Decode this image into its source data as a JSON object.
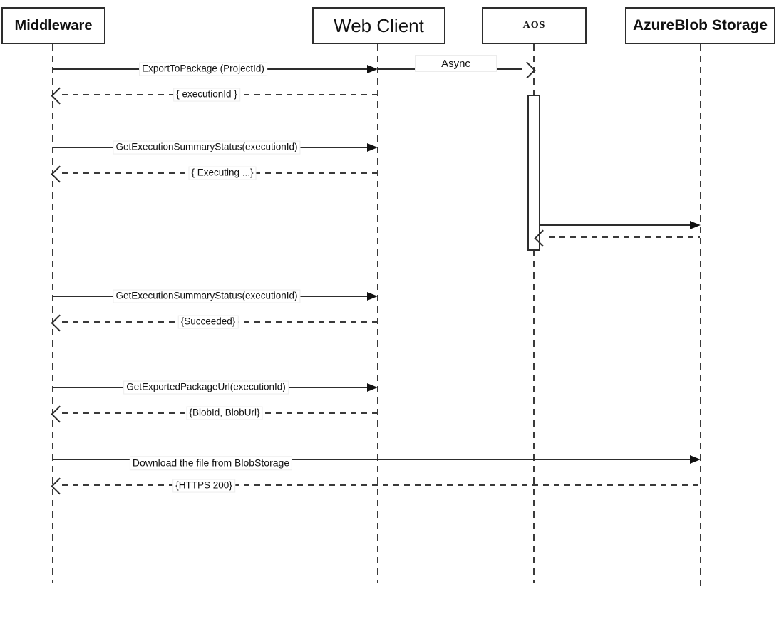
{
  "diagram": {
    "type": "uml-sequence-diagram",
    "colors": {
      "background": "#ffffff",
      "line": "#2d2d2d",
      "text": "#111111",
      "label_background": "#ffffff"
    },
    "actors": [
      {
        "id": "middleware",
        "name": "Middleware"
      },
      {
        "id": "web-client",
        "name": "Web Client"
      },
      {
        "id": "aos",
        "name": "AOS"
      },
      {
        "id": "azure-blob-storage",
        "name": "AzureBlob Storage"
      }
    ],
    "messages": [
      {
        "label": "ExportToPackage (ProjectId)",
        "from": "Middleware",
        "to": "Web Client",
        "type": "sync-call"
      },
      {
        "label": "Async",
        "from": "Web Client",
        "to": "AOS",
        "type": "async-call"
      },
      {
        "label": "{ executionId }",
        "from": "Web Client",
        "to": "Middleware",
        "type": "return"
      },
      {
        "label": "GetExecutionSummaryStatus(executionId)",
        "from": "Middleware",
        "to": "Web Client",
        "type": "sync-call"
      },
      {
        "label": "{ Executing ...}",
        "from": "Web Client",
        "to": "Middleware",
        "type": "return"
      },
      {
        "label": "",
        "from": "AOS",
        "to": "AzureBlob Storage",
        "type": "sync-call"
      },
      {
        "label": "",
        "from": "AzureBlob Storage",
        "to": "AOS",
        "type": "return"
      },
      {
        "label": "GetExecutionSummaryStatus(executionId)",
        "from": "Middleware",
        "to": "Web Client",
        "type": "sync-call"
      },
      {
        "label": "{Succeeded}",
        "from": "Web Client",
        "to": "Middleware",
        "type": "return"
      },
      {
        "label": "GetExportedPackageUrl(executionId)",
        "from": "Middleware",
        "to": "Web Client",
        "type": "sync-call"
      },
      {
        "label": "{BlobId, BlobUrl}",
        "from": "Web Client",
        "to": "Middleware",
        "type": "return"
      },
      {
        "label": "Download the file from BlobStorage",
        "from": "Middleware",
        "to": "AzureBlob Storage",
        "type": "sync-call"
      },
      {
        "label": "{HTTPS 200}",
        "from": "AzureBlob Storage",
        "to": "Middleware",
        "type": "return"
      }
    ],
    "activations": [
      {
        "actor": "AOS",
        "note": "activation bar during async package export"
      }
    ]
  }
}
